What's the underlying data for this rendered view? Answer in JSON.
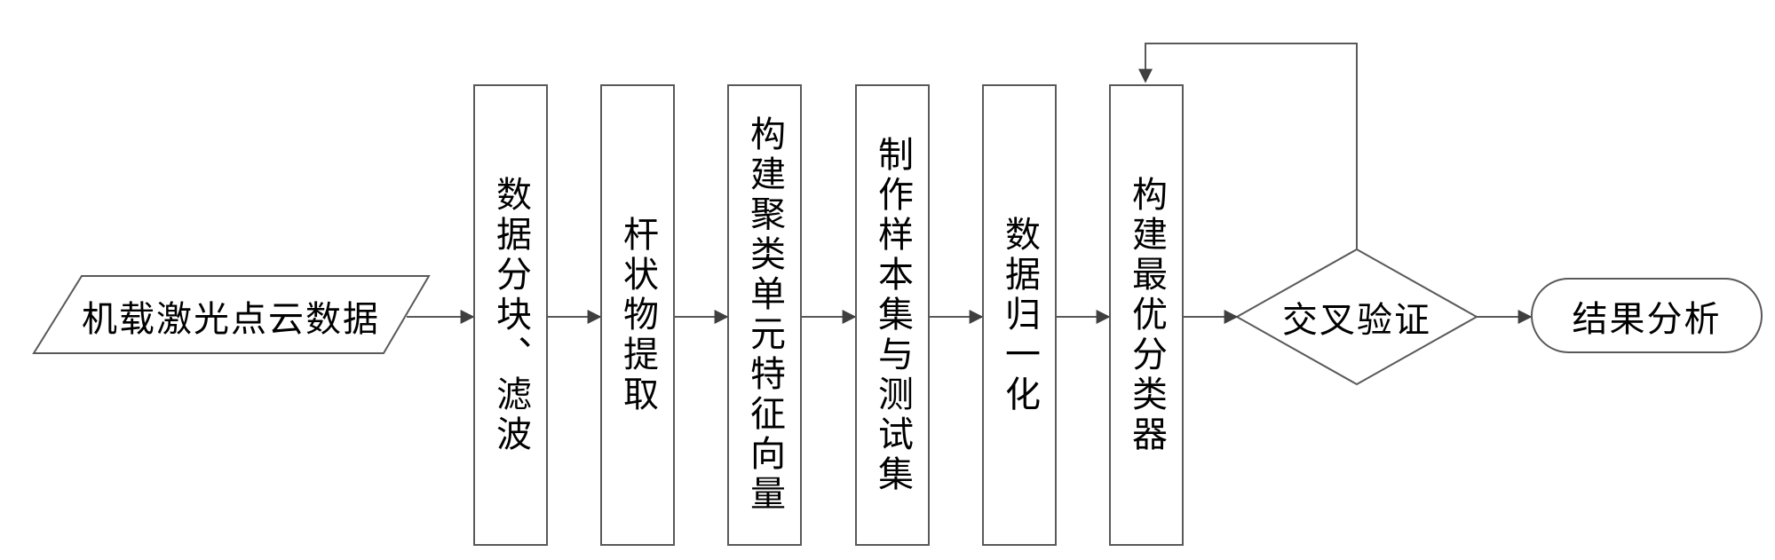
{
  "flowchart": {
    "input": {
      "label": "机载激光点云数据"
    },
    "steps": [
      {
        "label": "数据分块、滤波"
      },
      {
        "label": "杆状物提取"
      },
      {
        "label": "构建聚类单元特征向量"
      },
      {
        "label": "制作样本集与测试集"
      },
      {
        "label": "数据归一化"
      },
      {
        "label": "构建最优分类器"
      }
    ],
    "decision": {
      "label": "交叉验证"
    },
    "output": {
      "label": "结果分析"
    },
    "colors": {
      "stroke": "#595959",
      "arrowhead": "#3f3f3f",
      "text": "#000000",
      "background": "#ffffff"
    }
  }
}
